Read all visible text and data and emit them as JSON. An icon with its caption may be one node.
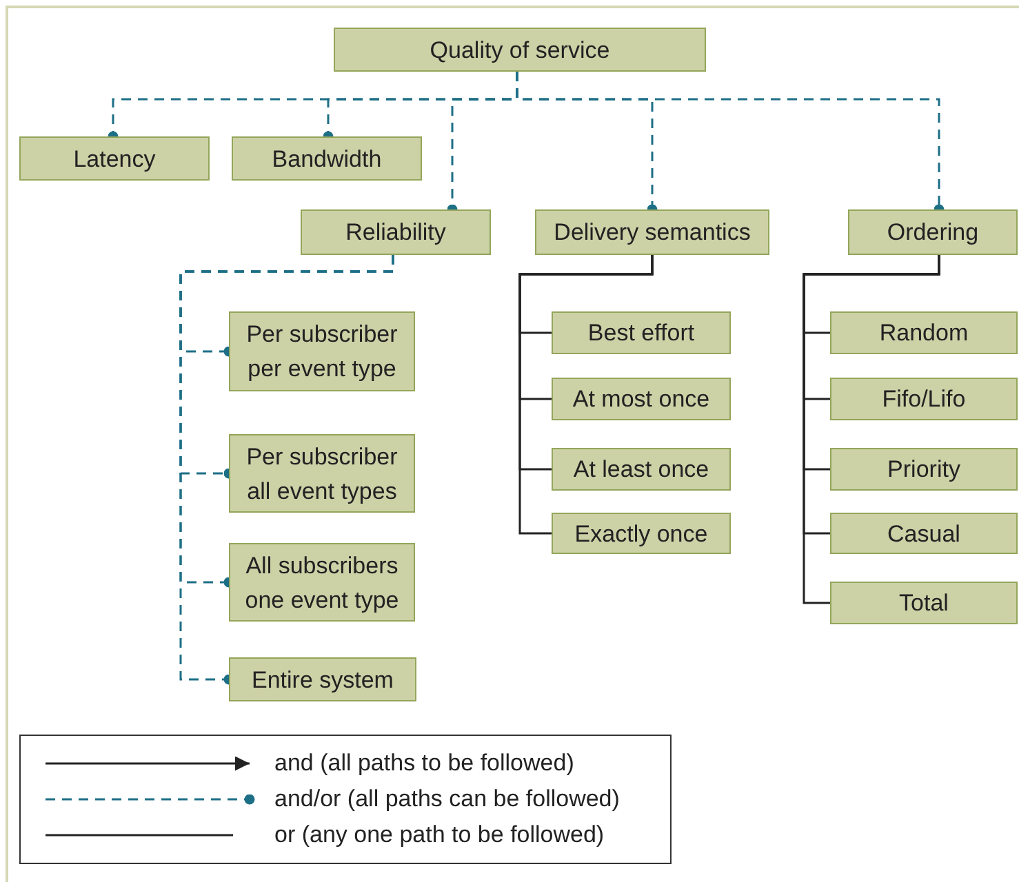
{
  "diagram": {
    "nodes": [
      {
        "text": [
          "Quality of service"
        ]
      },
      {
        "text": [
          "Latency"
        ]
      },
      {
        "text": [
          "Bandwidth"
        ]
      },
      {
        "text": [
          "Reliability"
        ]
      },
      {
        "text": [
          "Delivery semantics"
        ]
      },
      {
        "text": [
          "Ordering"
        ]
      },
      {
        "text": [
          "Per subscriber per event type"
        ]
      },
      {
        "text": [
          "Per subscriber all event types"
        ]
      },
      {
        "text": [
          "All subscribers one event type"
        ]
      },
      {
        "text": [
          "Entire system"
        ]
      },
      {
        "text": [
          "Best effort"
        ]
      },
      {
        "text": [
          "At most once"
        ]
      },
      {
        "text": [
          "At least once"
        ]
      },
      {
        "text": [
          "Exactly once"
        ]
      },
      {
        "text": [
          "Random"
        ]
      },
      {
        "text": [
          "Fifo/Lifo"
        ]
      },
      {
        "text": [
          "Priority"
        ]
      },
      {
        "text": [
          "Casual"
        ]
      },
      {
        "text": [
          "Total"
        ]
      }
    ],
    "edges": [
      {
        "from": 0,
        "to": 1,
        "arrow": "other",
        "style": "dashed",
        "color": "#1d6f86"
      },
      {
        "from": 0,
        "to": 2,
        "arrow": "other",
        "style": "dashed",
        "color": "#1d6f86"
      },
      {
        "from": 0,
        "to": 3,
        "arrow": "other",
        "style": "dashed",
        "color": "#1d6f86"
      },
      {
        "from": 0,
        "to": 4,
        "arrow": "other",
        "style": "dashed",
        "color": "#1d6f86"
      },
      {
        "from": 0,
        "to": 5,
        "arrow": "other",
        "style": "dashed",
        "color": "#1d6f86"
      },
      {
        "from": 3,
        "to": 6,
        "arrow": "other",
        "style": "dashed",
        "color": "#1d6f86"
      },
      {
        "from": 3,
        "to": 7,
        "arrow": "other",
        "style": "dashed",
        "color": "#1d6f86"
      },
      {
        "from": 3,
        "to": 8,
        "arrow": "other",
        "style": "dashed",
        "color": "#1d6f86"
      },
      {
        "from": 3,
        "to": 9,
        "arrow": "other",
        "style": "dashed",
        "color": "#1d6f86"
      },
      {
        "from": 4,
        "to": 10,
        "arrow": "none",
        "color": "#222222"
      },
      {
        "from": 4,
        "to": 11,
        "arrow": "none",
        "color": "#222222"
      },
      {
        "from": 4,
        "to": 12,
        "arrow": "none",
        "color": "#222222"
      },
      {
        "from": 4,
        "to": 13,
        "arrow": "none",
        "color": "#222222"
      },
      {
        "from": 5,
        "to": 14,
        "arrow": "none",
        "color": "#222222"
      },
      {
        "from": 5,
        "to": 15,
        "arrow": "none",
        "color": "#222222"
      },
      {
        "from": 5,
        "to": 16,
        "arrow": "none",
        "color": "#222222"
      },
      {
        "from": 5,
        "to": 17,
        "arrow": "none",
        "color": "#222222"
      },
      {
        "from": 5,
        "to": 18,
        "arrow": "none",
        "color": "#222222"
      }
    ],
    "legend": [
      {
        "text": "and (all paths to be followed)"
      },
      {
        "text": "and/or (all paths can be followed)"
      },
      {
        "text": "or (any one path to be followed)"
      }
    ]
  }
}
